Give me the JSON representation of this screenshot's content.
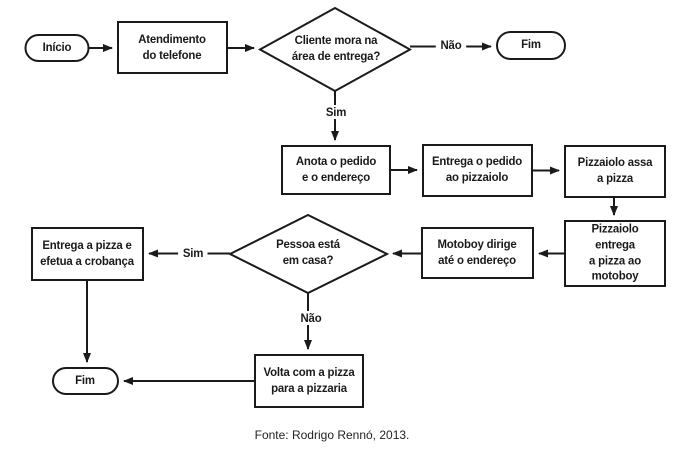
{
  "colors": {
    "ink": "#1a1a1a",
    "background": "#ffffff"
  },
  "caption": "Fonte: Rodrigo Rennó, 2013.",
  "flowchart": {
    "nodes": {
      "inicio": {
        "type": "terminator",
        "label": "Início"
      },
      "atendimento": {
        "type": "process",
        "label": "Atendimento\ndo telefone"
      },
      "cliente_area": {
        "type": "decision",
        "label": "Cliente mora na\nárea de entrega?"
      },
      "fim_top": {
        "type": "terminator",
        "label": "Fim"
      },
      "anota": {
        "type": "process",
        "label": "Anota o pedido\ne o endereço"
      },
      "entrega_pedido": {
        "type": "process",
        "label": "Entrega o pedido\nao pizzaiolo"
      },
      "assa": {
        "type": "process",
        "label": "Pizzaiolo assa\na pizza"
      },
      "entrega_motoboy": {
        "type": "process",
        "label": "Pizzaiolo entrega\na pizza ao\nmotoboy"
      },
      "motoboy_dirige": {
        "type": "process",
        "label": "Motoboy dirige\naté o endereço"
      },
      "pessoa_casa": {
        "type": "decision",
        "label": "Pessoa está\nem casa?"
      },
      "entrega_cobra": {
        "type": "process",
        "label": "Entrega a pizza e\nefetua a crobança"
      },
      "volta": {
        "type": "process",
        "label": "Volta com a pizza\npara a pizzaria"
      },
      "fim_bottom": {
        "type": "terminator",
        "label": "Fim"
      }
    },
    "edge_labels": {
      "nao_top": "Não",
      "sim_top": "Sim",
      "sim_left": "Sim",
      "nao_bottom": "Não"
    }
  }
}
